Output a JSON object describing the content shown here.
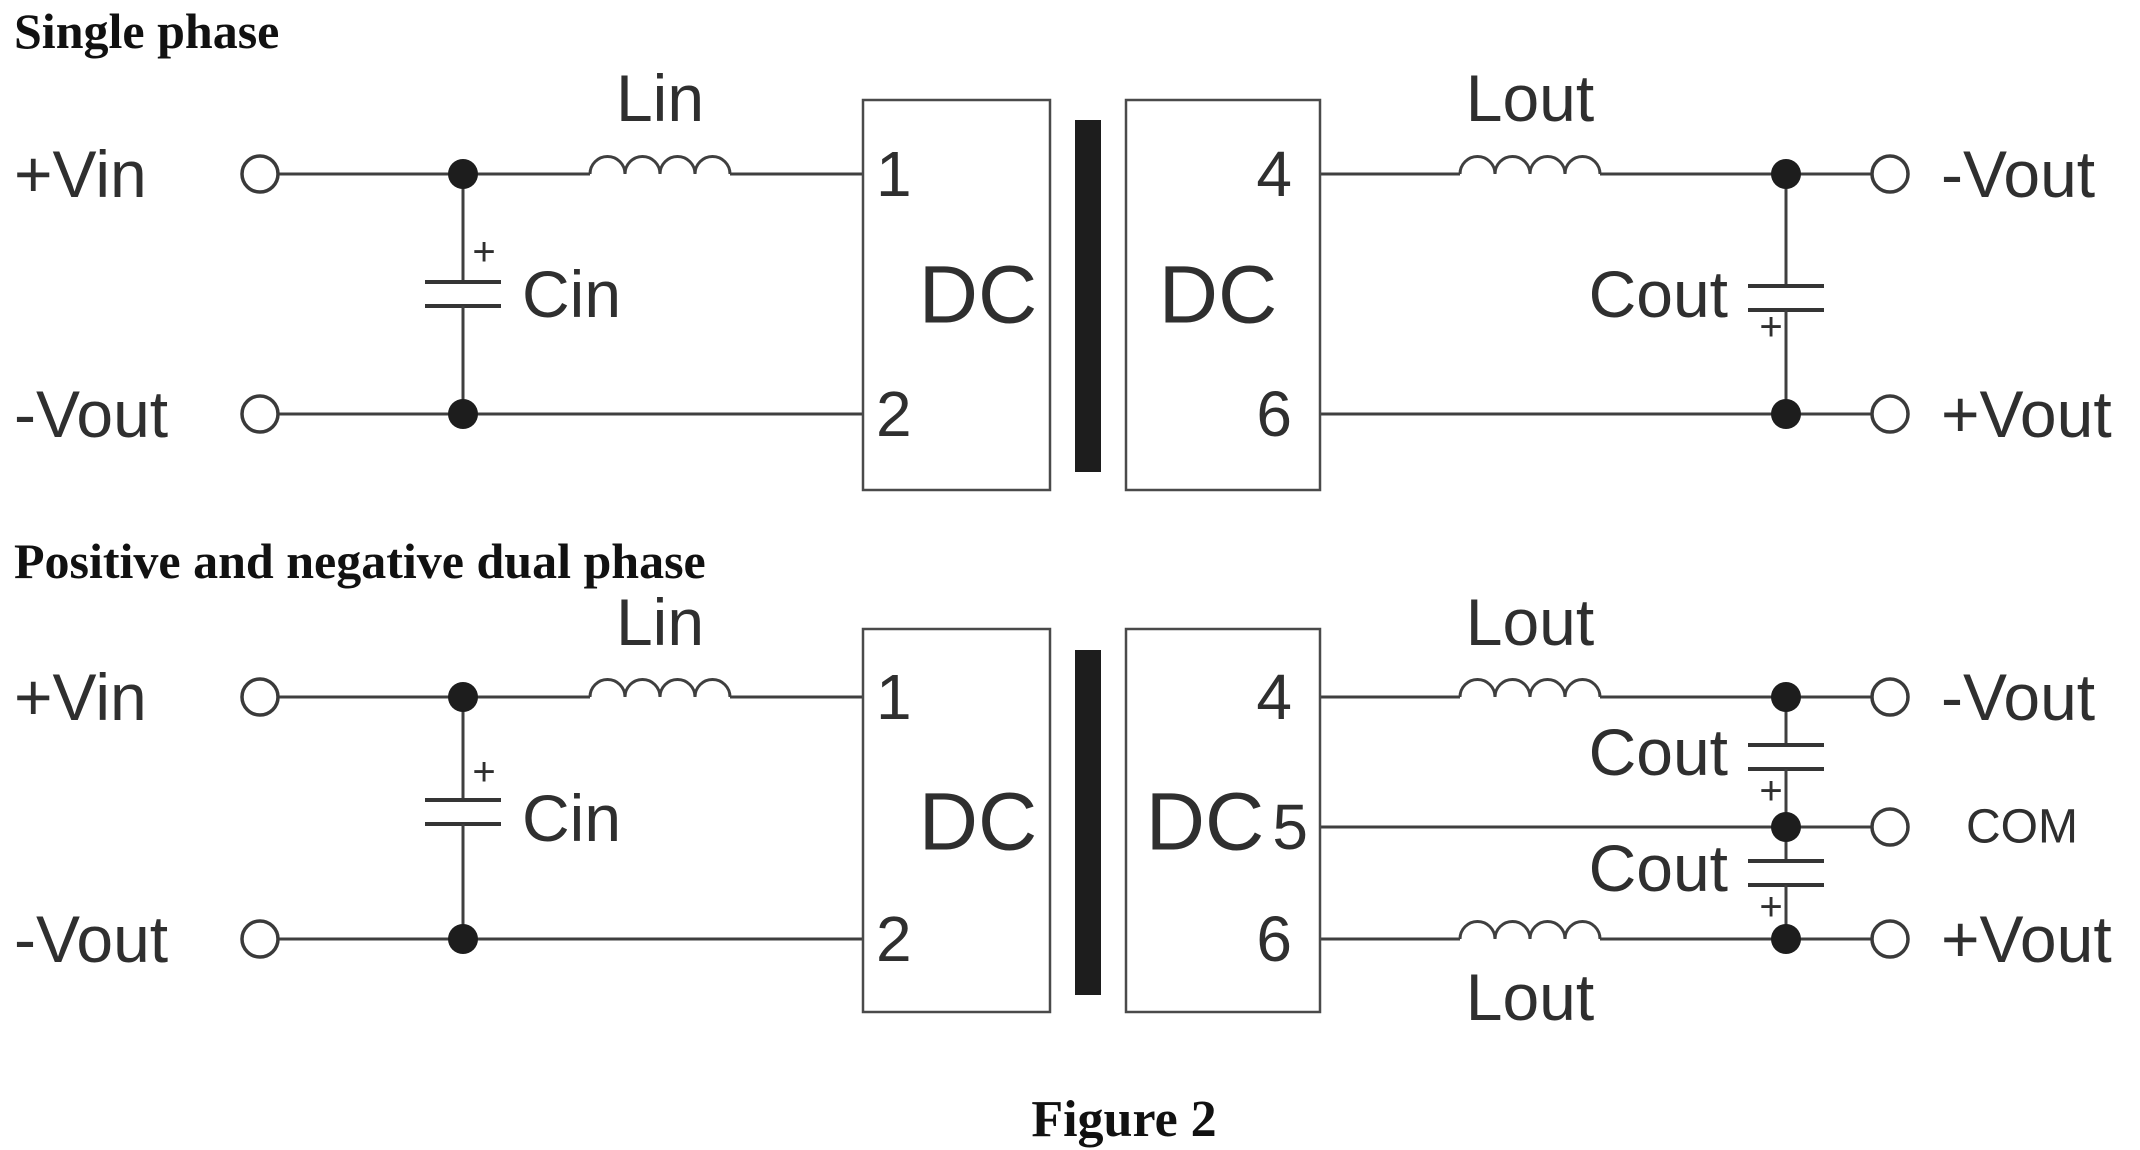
{
  "caption": "Figure 2",
  "colors": {
    "line": "#3f3f3f",
    "text": "#2f2f2f",
    "dark_fill": "#1d1d1d",
    "background": "#ffffff"
  },
  "single_phase": {
    "title": "Single phase",
    "input": {
      "pos_label": "+Vin",
      "neg_label": "-Vout",
      "inductor": "Lin",
      "capacitor": "Cin",
      "cap_polarity": "+"
    },
    "converter": {
      "pin_top_left": "1",
      "pin_bottom_left": "2",
      "left_label": "DC",
      "right_label": "DC",
      "pin_top_right": "4",
      "pin_bottom_right": "6"
    },
    "output": {
      "inductor": "Lout",
      "capacitor": "Cout",
      "cap_polarity": "+",
      "neg_label": "-Vout",
      "pos_label": "+Vout"
    }
  },
  "dual_phase": {
    "title": "Positive and negative dual phase",
    "input": {
      "pos_label": "+Vin",
      "neg_label": "-Vout",
      "inductor": "Lin",
      "capacitor": "Cin",
      "cap_polarity": "+"
    },
    "converter": {
      "pin_top_left": "1",
      "pin_bottom_left": "2",
      "left_label": "DC",
      "right_label": "DC",
      "pin_top_right": "4",
      "pin_mid_right": "5",
      "pin_bottom_right": "6"
    },
    "output": {
      "inductor_top": "Lout",
      "inductor_bottom": "Lout",
      "capacitor_top": "Cout",
      "capacitor_top_polarity": "+",
      "capacitor_bottom": "Cout",
      "capacitor_bottom_polarity": "+",
      "neg_label": "-Vout",
      "com_label": "COM",
      "pos_label": "+Vout"
    }
  }
}
